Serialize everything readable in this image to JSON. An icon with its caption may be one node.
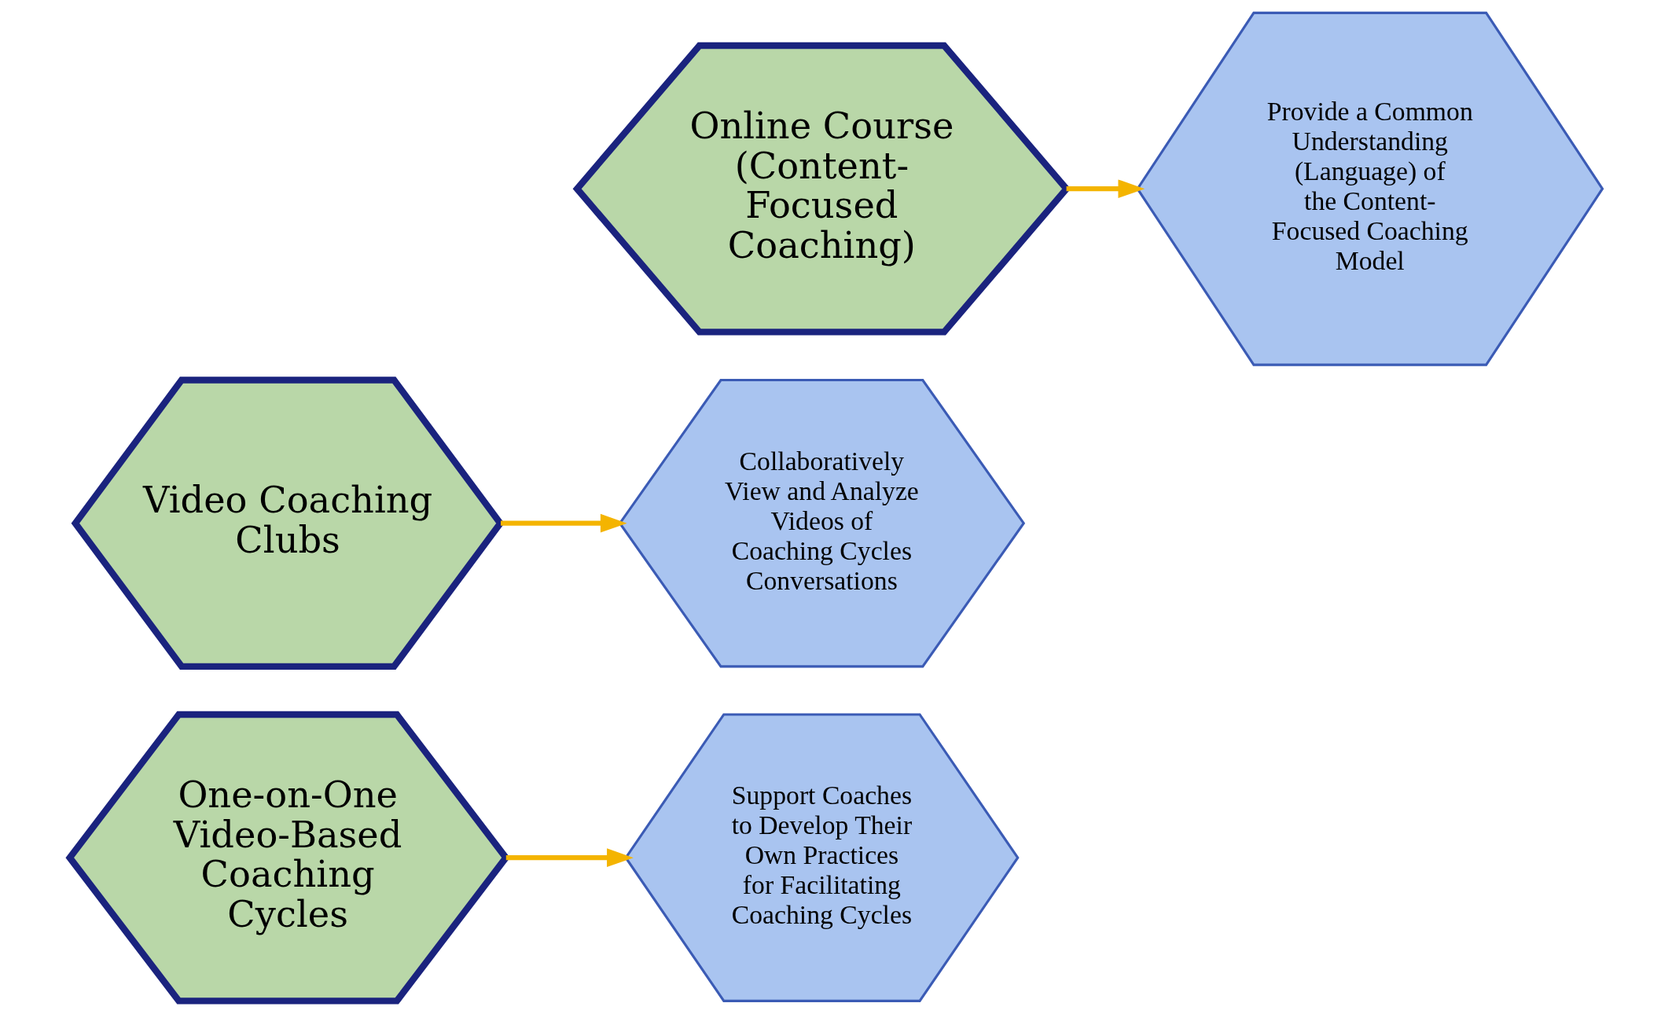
{
  "diagram": {
    "nodes": [
      {
        "text": [
          "Support Coaches to Develop Their Own Practices for Facilitating Coaching Cycles"
        ]
      },
      {
        "text": [
          "One-on-One Video-Based Coaching Cycles"
        ]
      },
      {
        "text": [
          "Collaboratively View and Analyze Videos of Coaching Cycles Conversations"
        ]
      },
      {
        "text": [
          "Online Course (Content-Focused Coaching)"
        ]
      },
      {
        "text": [
          "Video Coaching Clubs"
        ]
      },
      {
        "text": [
          "Provide a Common Understanding (Language) of the Content-Focused Coaching Model"
        ]
      }
    ],
    "edges": [
      {
        "from": 1,
        "to": 0,
        "arrow": "to"
      },
      {
        "from": 4,
        "to": 2,
        "arrow": "to"
      },
      {
        "from": 3,
        "to": 5,
        "arrow": "to"
      }
    ]
  }
}
